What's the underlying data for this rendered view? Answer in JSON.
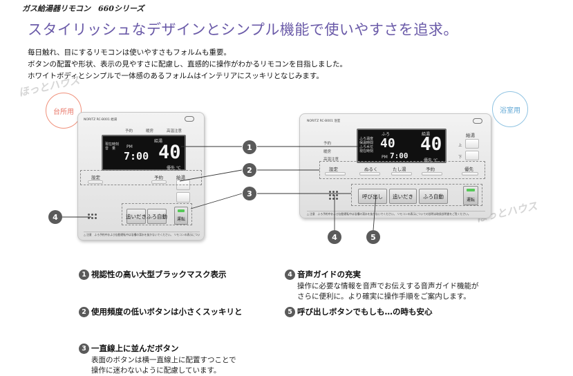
{
  "header": {
    "series_title": "ガス給湯器リモコン　660シリーズ",
    "headline": "スタイリッシュなデザインとシンプル機能で使いやすさを追求。",
    "intro_lines": [
      "毎日触れ、目にするリモコンは使いやすさもフォルムも重要。",
      "ボタンの配置や形状、表示の見やすさに配慮し、直感的に操作がわかるリモコンを目指しました。",
      "ホワイトボディとシンプルで一体感のあるフォルムはインテリアにスッキリとなじみます。"
    ]
  },
  "watermark": {
    "text": "ほっとハウス"
  },
  "kitchen": {
    "badge": "台所用",
    "brand": "NORITZ RC-B001 給湯",
    "lcd_pm": "PM",
    "lcd_time": "7:00",
    "lcd_temp": "40",
    "lcd_unit": "優先 ℃",
    "lcd_heading": "給湯",
    "lcd_small_left": "現在時刻\n音　量",
    "top_labels": [
      "予約",
      "暖房",
      "高温注意"
    ],
    "buttons": {
      "settei": "設定",
      "yoyaku": "予約",
      "kyuto": "給湯"
    },
    "big_buttons": [
      "追いだき",
      "ふろ自動"
    ],
    "green_button": "運転",
    "strip": "△ 注意　ふろ予約中および自動運転中は浴槽の湯水を抜かないでください。 リモコンの表示についての説明は取扱説明書をご覧ください。"
  },
  "bath": {
    "badge": "浴室用",
    "brand": "NORITZ RC-B001 浴室",
    "lcd_top": [
      "ふろ",
      "給湯"
    ],
    "lcd_bath_temp": "40",
    "lcd_time": "7:00",
    "lcd_temp": "40",
    "lcd_pm": "PM",
    "lcd_unit": "優先 ℃",
    "lcd_small_left": "ふろ温度\n保温時間\nふろ水位\n現在時刻",
    "side_labels": [
      "予約",
      "暖房",
      "高温注意"
    ],
    "right_labels": {
      "kyuto": "給湯",
      "up": "上",
      "down": "下"
    },
    "small_buttons": [
      "設定",
      "ぬるく",
      "たし湯",
      "予約",
      "優先"
    ],
    "big_buttons": [
      "呼び出し",
      "追いだき",
      "ふろ自動"
    ],
    "green_button": "運転",
    "strip": "△ 注意　ふろ予約中および自動運転中は浴槽の湯水を抜かないでください。 リモコンの表示についての説明は取扱説明書をご覧ください。"
  },
  "markers": [
    "1",
    "2",
    "3",
    "4",
    "4",
    "5"
  ],
  "features": [
    {
      "num": "1",
      "title": "視認性の高い大型ブラックマスク表示",
      "desc": ""
    },
    {
      "num": "2",
      "title": "使用頻度の低いボタンは小さくスッキリと",
      "desc": ""
    },
    {
      "num": "3",
      "title": "一直線上に並んだボタン",
      "desc": "表面のボタンは横一直線上に配置すつことで\n操作に迷わないように配慮しています。"
    },
    {
      "num": "4",
      "title": "音声ガイドの充実",
      "desc": "操作に必要な情報を音声でお伝えする音声ガイド機能が\nさらに便利に。より確実に操作手順をご案内します。"
    },
    {
      "num": "5",
      "title": "呼び出しボタンでもしも…の時も安心",
      "desc": ""
    }
  ],
  "colors": {
    "headline": "#6a5aa8",
    "kitchen_badge": "#e9786a",
    "bath_badge": "#5fa7d5",
    "marker": "#5a5a5a",
    "run_indicator": "#56c957"
  }
}
